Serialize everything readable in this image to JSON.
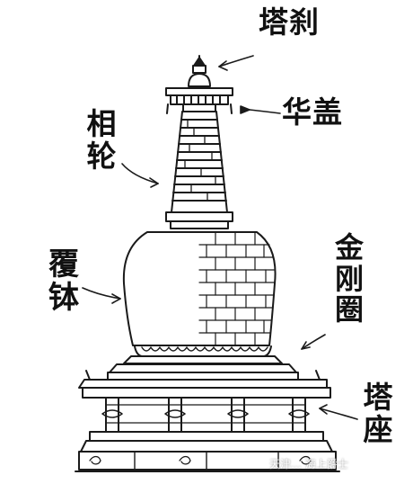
{
  "diagram": {
    "labels": {
      "tacha": "塔刹",
      "huagai": "华盖",
      "xianglun": "相轮",
      "fubo": "覆钵",
      "jingangquan": "金刚圈",
      "tazuo": "塔座"
    },
    "watermark": "天津… 海上爵士"
  }
}
